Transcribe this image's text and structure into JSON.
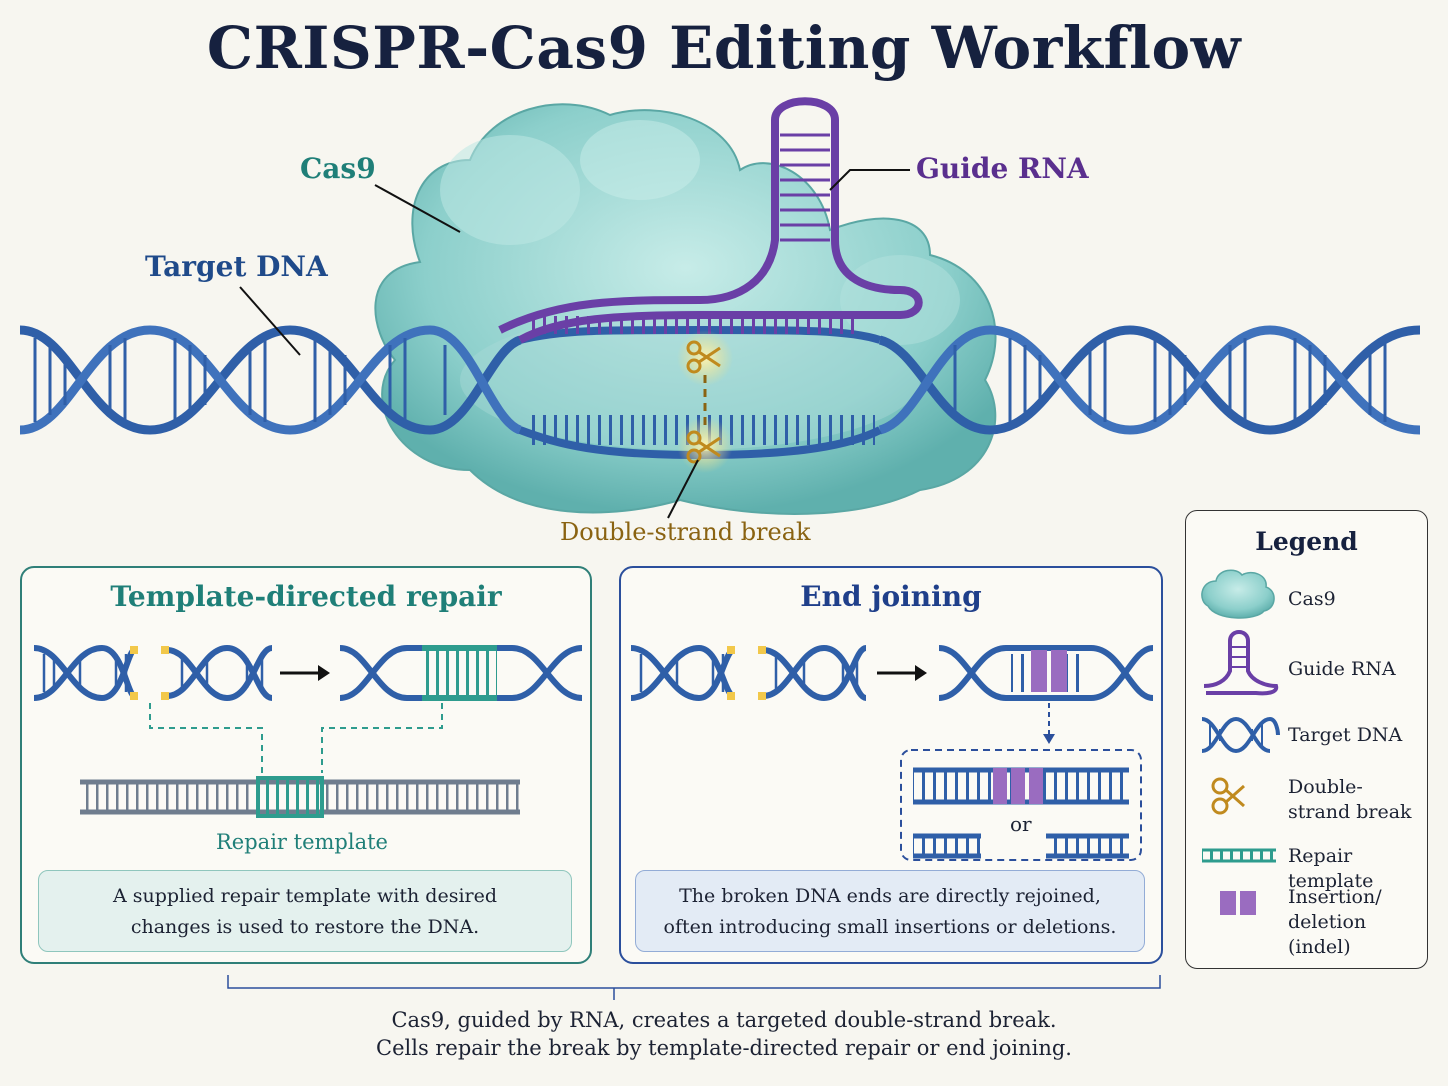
{
  "title": "CRISPR-Cas9 Editing Workflow",
  "labels": {
    "cas9": "Cas9",
    "guide_rna": "Guide RNA",
    "target_dna": "Target DNA",
    "double_strand_break": "Double-strand break"
  },
  "panels": {
    "template_directed": {
      "title": "Template-directed repair",
      "repair_template_label": "Repair template",
      "description_line1": "A supplied repair template with desired",
      "description_line2": "changes is used to restore the DNA."
    },
    "end_joining": {
      "title": "End joining",
      "or_label": "or",
      "description_line1": "The broken DNA ends are directly rejoined,",
      "description_line2": "often introducing small insertions or deletions."
    }
  },
  "legend": {
    "title": "Legend",
    "items": [
      {
        "label": "Cas9",
        "icon": "cas9-blob-icon"
      },
      {
        "label": "Guide RNA",
        "icon": "guide-rna-hairpin-icon"
      },
      {
        "label": "Target DNA",
        "icon": "dna-helix-icon"
      },
      {
        "label": "Double-strand break",
        "icon": "scissors-icon"
      },
      {
        "label": "Repair template",
        "icon": "repair-template-icon"
      },
      {
        "label": "Insertion/ deletion (indel)",
        "icon": "indel-blocks-icon"
      }
    ]
  },
  "footer": {
    "line1": "Cas9, guided by RNA, creates a targeted double-strand break.",
    "line2": "Cells repair the break by template-directed repair or end joining."
  },
  "colors": {
    "dna": "#2f5fa8",
    "cas9": "#8ccfcb",
    "guide_rna": "#6a3fa6",
    "break": "#e0a52a",
    "repair_template": "#2e9c8e",
    "indel": "#9a6cc0"
  }
}
